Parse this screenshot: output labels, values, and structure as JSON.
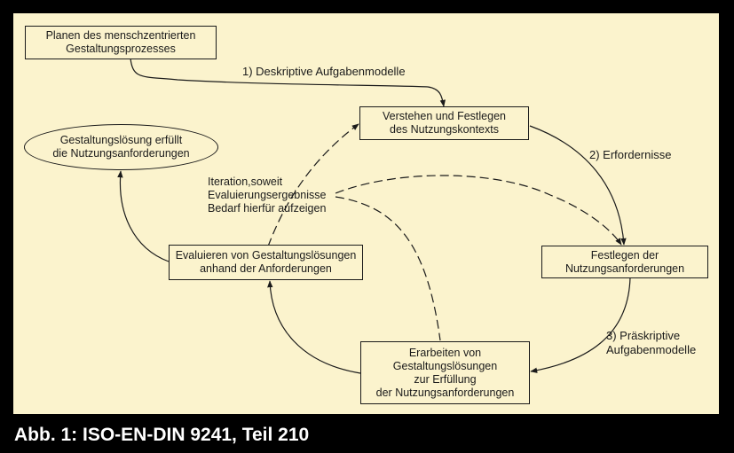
{
  "figure": {
    "caption": "Abb. 1: ISO-EN-DIN 9241, Teil 210"
  },
  "boxes": {
    "planen": "Planen des menschzentrierten\nGestaltungsprozesses",
    "verstehen": "Verstehen und Festlegen\ndes Nutzungskontexts",
    "festlegen": "Festlegen der\nNutzungsanforderungen",
    "erarbeiten": "Erarbeiten von\nGestaltungslösungen\nzur Erfüllung\nder Nutzungsanforderungen",
    "evaluieren": "Evaluieren von Gestaltungslösungen\nanhand der Anforderungen",
    "erfuellt": "Gestaltungslösung erfüllt\ndie Nutzungsanforderungen"
  },
  "labels": {
    "deskriptive": "1) Deskriptive Aufgabenmodelle",
    "erfordernisse": "2) Erfordernisse",
    "praeskriptive": "3) Präskriptive\nAufgabenmodelle",
    "iteration": "Iteration,soweit\nEvaluierungsergebnisse\nBedarf hierfür aufzeigen"
  },
  "colors": {
    "background": "#000000",
    "panel": "#fbf3cd",
    "stroke": "#1a1a1a",
    "caption": "#ffffff"
  }
}
